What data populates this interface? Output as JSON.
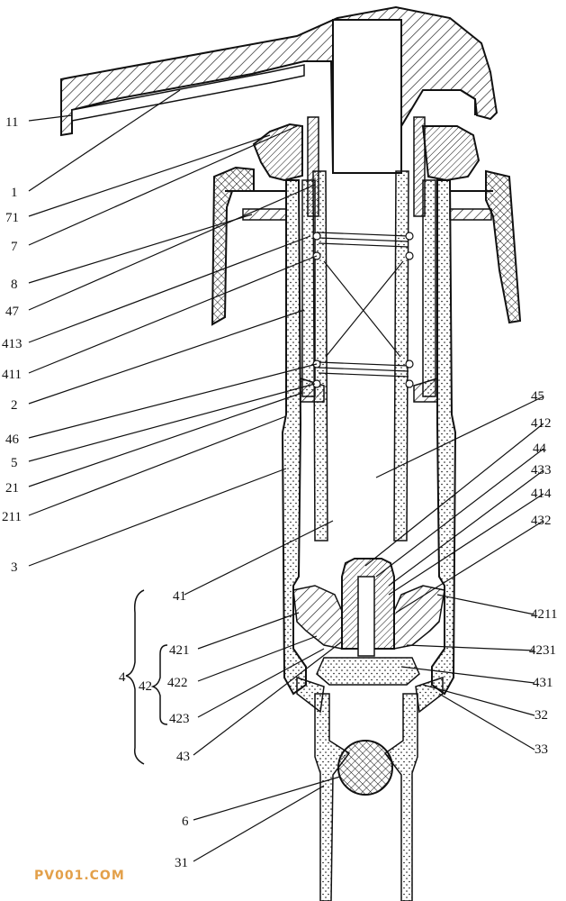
{
  "labels": {
    "l1": "1",
    "l11": "11",
    "l71": "71",
    "l7": "7",
    "l8": "8",
    "l47": "47",
    "l413": "413",
    "l411": "411",
    "l2": "2",
    "l46": "46",
    "l5": "5",
    "l21": "21",
    "l211": "211",
    "l3": "3",
    "l41": "41",
    "l4": "4",
    "l42": "42",
    "l421": "421",
    "l422": "422",
    "l423": "423",
    "l43": "43",
    "l6": "6",
    "l31": "31",
    "l45": "45",
    "l412": "412",
    "l44": "44",
    "l433": "433",
    "l414": "414",
    "l432": "432",
    "l4211": "4211",
    "l4231": "4231",
    "l431": "431",
    "l32": "32",
    "l33": "33"
  },
  "watermark": {
    "text": "PV001.COM",
    "color": "#e3a04a"
  },
  "colors": {
    "line": "#111111",
    "background": "#ffffff"
  }
}
